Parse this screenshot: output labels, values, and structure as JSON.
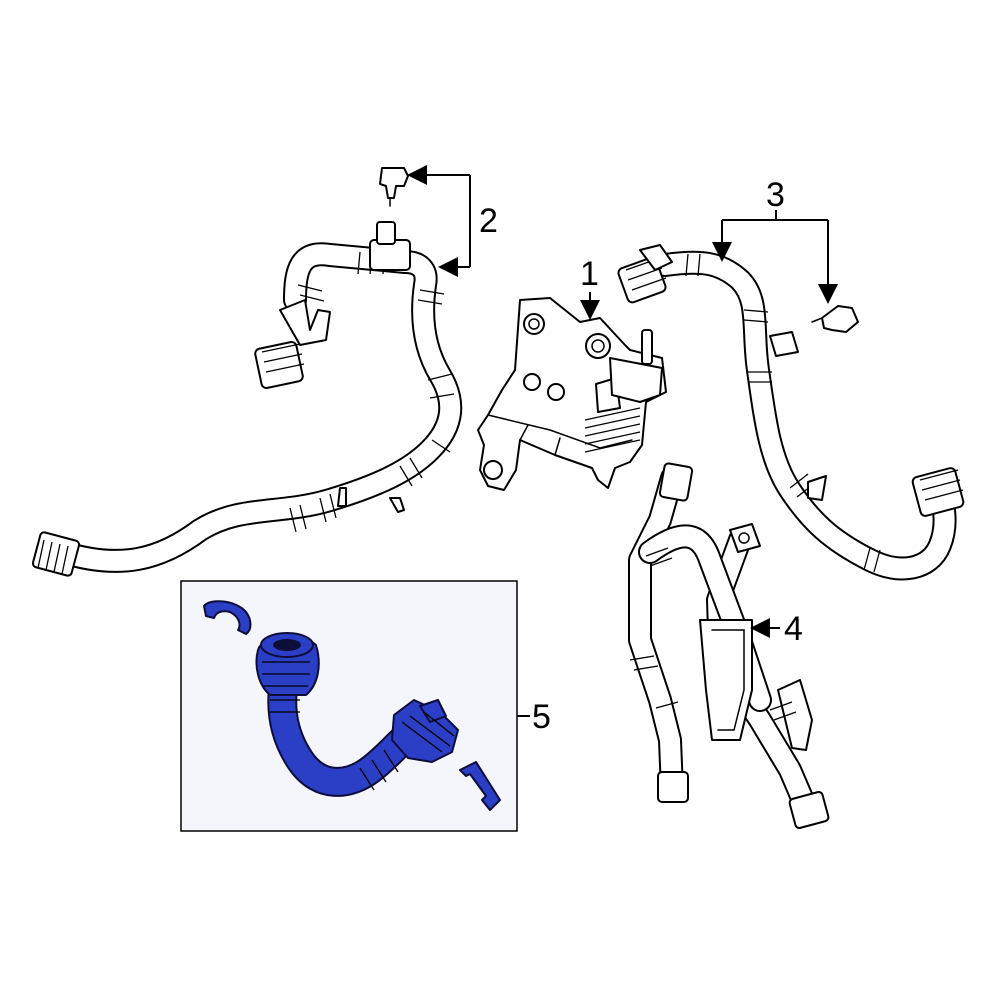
{
  "diagram": {
    "callouts": [
      "1",
      "2",
      "3",
      "4",
      "5"
    ],
    "highlight_color": "#2b3fc6",
    "inset_background": "#f4f6fb"
  }
}
